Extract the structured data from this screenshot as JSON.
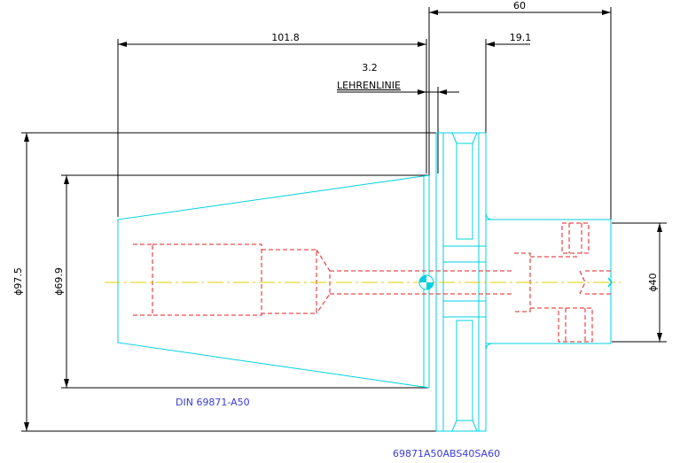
{
  "drawing": {
    "standard_label": "DIN 69871-A50",
    "part_number": "69871A50ABS40SA60",
    "gauge_line_label": "LEHRENLINIE",
    "dimensions": {
      "overall_length": "60",
      "taper_length": "101.8",
      "flange_width": "19.1",
      "gauge_offset": "3.2",
      "flange_diameter": "ϕ97.5",
      "taper_diameter": "ϕ69.9",
      "shank_diameter": "ϕ40"
    },
    "colors": {
      "outline": "#00d0e0",
      "hidden": "#e02020",
      "centerline": "#e0d000",
      "dimension": "#000000",
      "note": "#3a3ad8"
    }
  }
}
